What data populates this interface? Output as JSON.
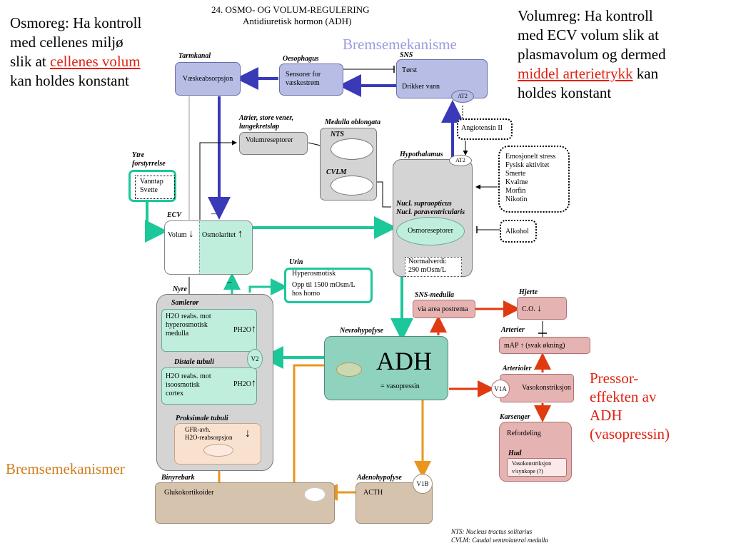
{
  "title": {
    "line1": "24. OSMO- OG VOLUM-REGULERING",
    "line2": "Antidiuretisk hormon (ADH)"
  },
  "left_note": {
    "l1": "Osmoreg: Ha kontroll",
    "l2": "med cellenes miljø",
    "l3a": "slik at ",
    "l3b": "cellenes volum",
    "l4": "kan holdes konstant"
  },
  "right_note": {
    "l1": "Volumreg: Ha kontroll",
    "l2": "med ECV volum slik at",
    "l3": "plasmavolum og dermed",
    "l4a": "middel arterietrykk",
    "l4b": " kan",
    "l5": "holdes konstant"
  },
  "brems_top": "Bremsemekanisme",
  "brems_bottom": "Bremsemekanismer",
  "pressor": {
    "l1": "Pressor-",
    "l2": "effekten av",
    "l3": "ADH",
    "l4": "(vasopressin)"
  },
  "tarmkanal": {
    "label": "Tarmkanal",
    "box": "Væskeabsorpsjon"
  },
  "oesophagus": {
    "label": "Oesophagus",
    "l1": "Sensorer for",
    "l2": "væskestrøm"
  },
  "sns": {
    "label": "SNS",
    "thirst": "Tørst",
    "drink": "Drikker vann",
    "at2": "AT2"
  },
  "atrier": {
    "l1": "Atrier, store vener,",
    "l2": "lungekretsløp",
    "box": "Volumreseptorer"
  },
  "medulla": {
    "label": "Medulla oblongata",
    "nts": "NTS",
    "cvlm": "CVLM"
  },
  "angiotensin": "Angiotensin II",
  "hypothalamus": {
    "label": "Hypothalamus",
    "at2": "AT2",
    "n1": "Nucl. supraopticus",
    "n2": "Nucl. paraventricularis",
    "osmo": "Osmoreseptorer",
    "norm1": "Normalverdi:",
    "norm2": "290 mOsm/L"
  },
  "stress": [
    "Emosjonelt stress",
    "Fysisk aktivitet",
    "Smerte",
    "Kvalme",
    "Morfin",
    "Nikotin"
  ],
  "alkohol": "Alkohol",
  "ytre": {
    "l1": "Ytre",
    "l2": "forstyrrelse",
    "b1": "Vanntap",
    "b2": "Svette"
  },
  "ecv": {
    "label": "ECV",
    "volum": "Volum",
    "osmol": "Osmolaritet"
  },
  "minus1": "–",
  "minus2": "–",
  "urin": {
    "label": "Urin",
    "l1": "Hyperosmotisk",
    "l2": "Opp til 1500 mOsm/L",
    "l3": "hos homo"
  },
  "nyre": {
    "label": "Nyre",
    "samler": "Samlerør",
    "s1": "H2O reabs. mot",
    "s2": "hyperosmotisk",
    "s3": "medulla",
    "ph2o": "PH2O",
    "distale": "Distale tubuli",
    "d1": "H2O reabs. mot",
    "d2": "isoosmotisk",
    "d3": "cortex",
    "v2": "V2",
    "prox": "Proksimale tubuli",
    "p1": "GFR-avh.",
    "p2": "H2O-reabsorpsjon"
  },
  "nevro": {
    "label": "Nevrohypofyse",
    "adh": "ADH",
    "vaso": "= vasopressin"
  },
  "sns_med": {
    "label": "SNS-medulla",
    "box": "via area postrema"
  },
  "hjerte": {
    "label": "Hjerte",
    "box": "C.O."
  },
  "arterier": {
    "label": "Arterier",
    "box": "mAP",
    "note": "(svak økning)"
  },
  "arterioler": {
    "label": "Arterioler",
    "v1a": "V1A",
    "box": "Vasokonstriksjon"
  },
  "karsenger": {
    "label": "Karsenger",
    "box": "Refordeling",
    "hud": "Hud",
    "h1": "Vasokonstriksjon",
    "h2": "v/synkope (?)"
  },
  "binyre": {
    "label": "Binyrebark",
    "box": "Glukokortikoider"
  },
  "adeno": {
    "label": "Adenohypofyse",
    "box": "ACTH",
    "v1b": "V1B"
  },
  "footnote": {
    "l1": "NTS: Nucleus tractus solitarius",
    "l2": "CVLM: Caudal ventrolateral medulla"
  }
}
